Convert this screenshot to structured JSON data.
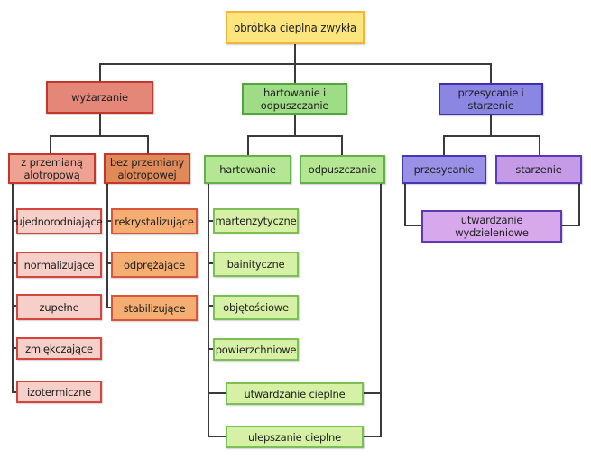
{
  "diagram": {
    "root": "obróbka cieplna zwykła",
    "branches": [
      {
        "label": "wyżarzanie",
        "groups": [
          {
            "label": "z przemianą alotropową",
            "items": [
              "ujednorodniające",
              "normalizujące",
              "zupełne",
              "zmiękczające",
              "izotermiczne"
            ]
          },
          {
            "label": "bez przemiany alotropowej",
            "items": [
              "rekrystalizujące",
              "odprężające",
              "stabilizujące"
            ]
          }
        ]
      },
      {
        "label": "hartowanie i odpuszczanie",
        "groups": [
          {
            "label": "hartowanie",
            "items": [
              "martenzytyczne",
              "bainityczne",
              "objętościowe",
              "powierzchniowe"
            ]
          },
          {
            "label": "odpuszczanie",
            "items": []
          }
        ],
        "combined": [
          "utwardzanie cieplne",
          "ulepszanie cieplne"
        ]
      },
      {
        "label": "przesycanie i starzenie",
        "groups": [
          {
            "label": "przesycanie",
            "items": []
          },
          {
            "label": "starzenie",
            "items": []
          }
        ],
        "combined": [
          "utwardzanie wydzieleniowe"
        ]
      }
    ]
  },
  "colors": {
    "root": "#fde57d",
    "annealing": "#e48678",
    "hardening": "#9fdc86",
    "solution": "#8a86e2",
    "connector": "#3a3a3a"
  }
}
